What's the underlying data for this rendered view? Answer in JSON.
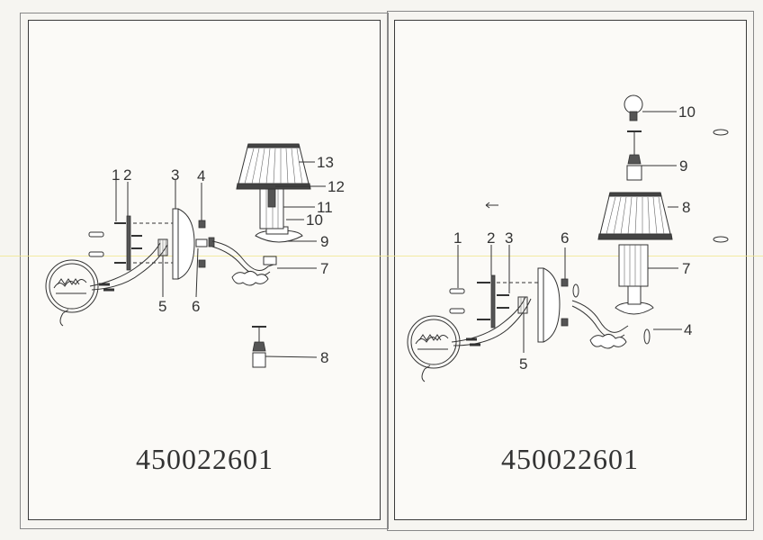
{
  "left_panel": {
    "product_code": "450022601",
    "labels": [
      "1",
      "2",
      "3",
      "4",
      "5",
      "6",
      "7",
      "8",
      "9",
      "10",
      "11",
      "12",
      "13"
    ]
  },
  "right_panel": {
    "product_code": "450022601",
    "labels": [
      "1",
      "2",
      "3",
      "4",
      "5",
      "6",
      "7",
      "8",
      "9",
      "10"
    ]
  },
  "icons": [
    "screw-icon",
    "anchor-icon",
    "hook-icon",
    "rotate-arrow-icon",
    "bulb-icon",
    "lampshade-icon"
  ]
}
